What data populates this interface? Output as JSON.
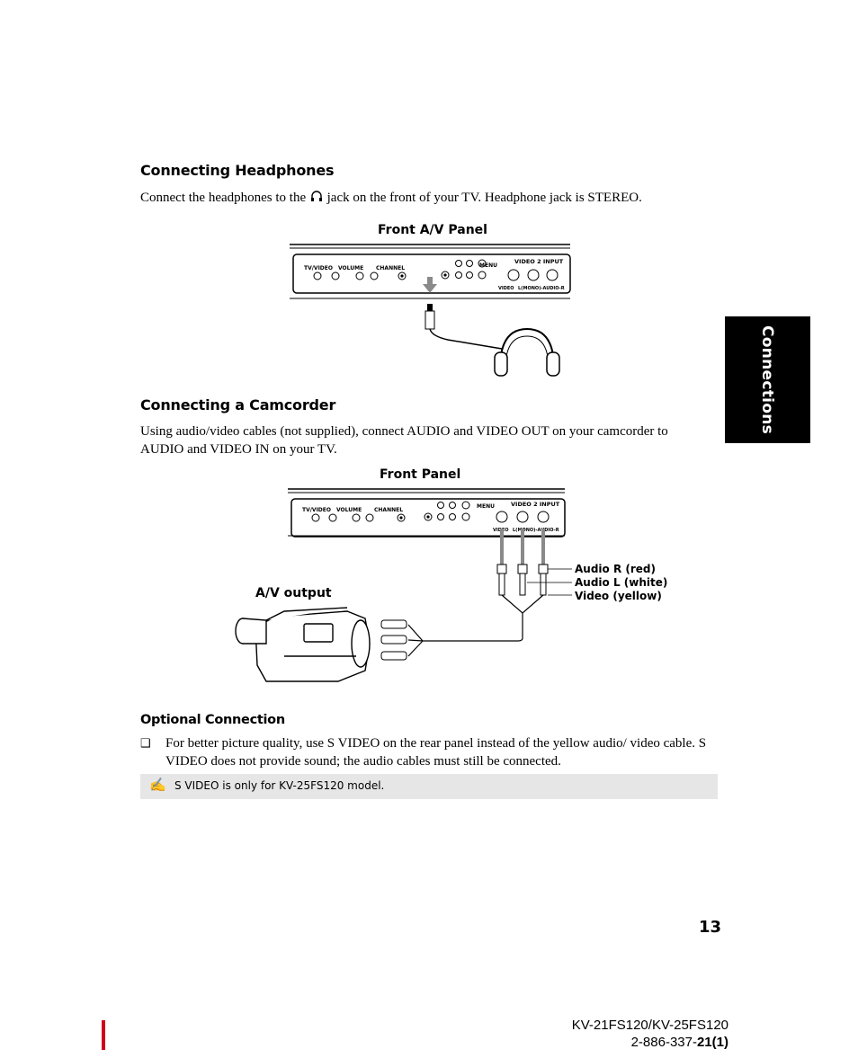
{
  "headphones_section": {
    "title": "Connecting Headphones",
    "text_before_icon": "Connect the headphones to the",
    "text_after_icon": "jack on the front of your TV. Headphone jack is STEREO.",
    "figure_title": "Front A/V Panel"
  },
  "camcorder_section": {
    "title": "Connecting a Camcorder",
    "text": "Using audio/video cables (not supplied), connect AUDIO and VIDEO OUT on your camcorder to AUDIO and VIDEO IN on your TV.",
    "figure_title": "Front Panel",
    "av_output_label": "A/V output",
    "cable_labels": [
      "Audio R (red)",
      "Audio L (white)",
      "Video (yellow)"
    ]
  },
  "panel_labels": {
    "tv_video": "TV/VIDEO",
    "volume": "VOLUME",
    "channel": "CHANNEL",
    "menu": "MENU",
    "video2_input": "VIDEO 2 INPUT",
    "video": "VIDEO",
    "audio": "L(MONO)-AUDIO-R"
  },
  "optional_section": {
    "title": "Optional Connection",
    "bullet_marker": "❑",
    "bullet_text": "For better picture quality, use S VIDEO on the rear panel instead of the yellow audio/ video cable. S VIDEO does not provide sound; the audio cables must still be connected.",
    "note_icon": "✍",
    "note": "S VIDEO is only for KV-25FS120 model."
  },
  "side_tab": "Connections",
  "page_number": "13",
  "footer": {
    "models": "KV-21FS120/KV-25FS120",
    "code_prefix": "2-886-337-",
    "code_suffix": "21(1)"
  },
  "colors": {
    "accent_red": "#d0021b",
    "cable_gray": "#8a8a8a",
    "note_bg": "#e6e6e6"
  }
}
